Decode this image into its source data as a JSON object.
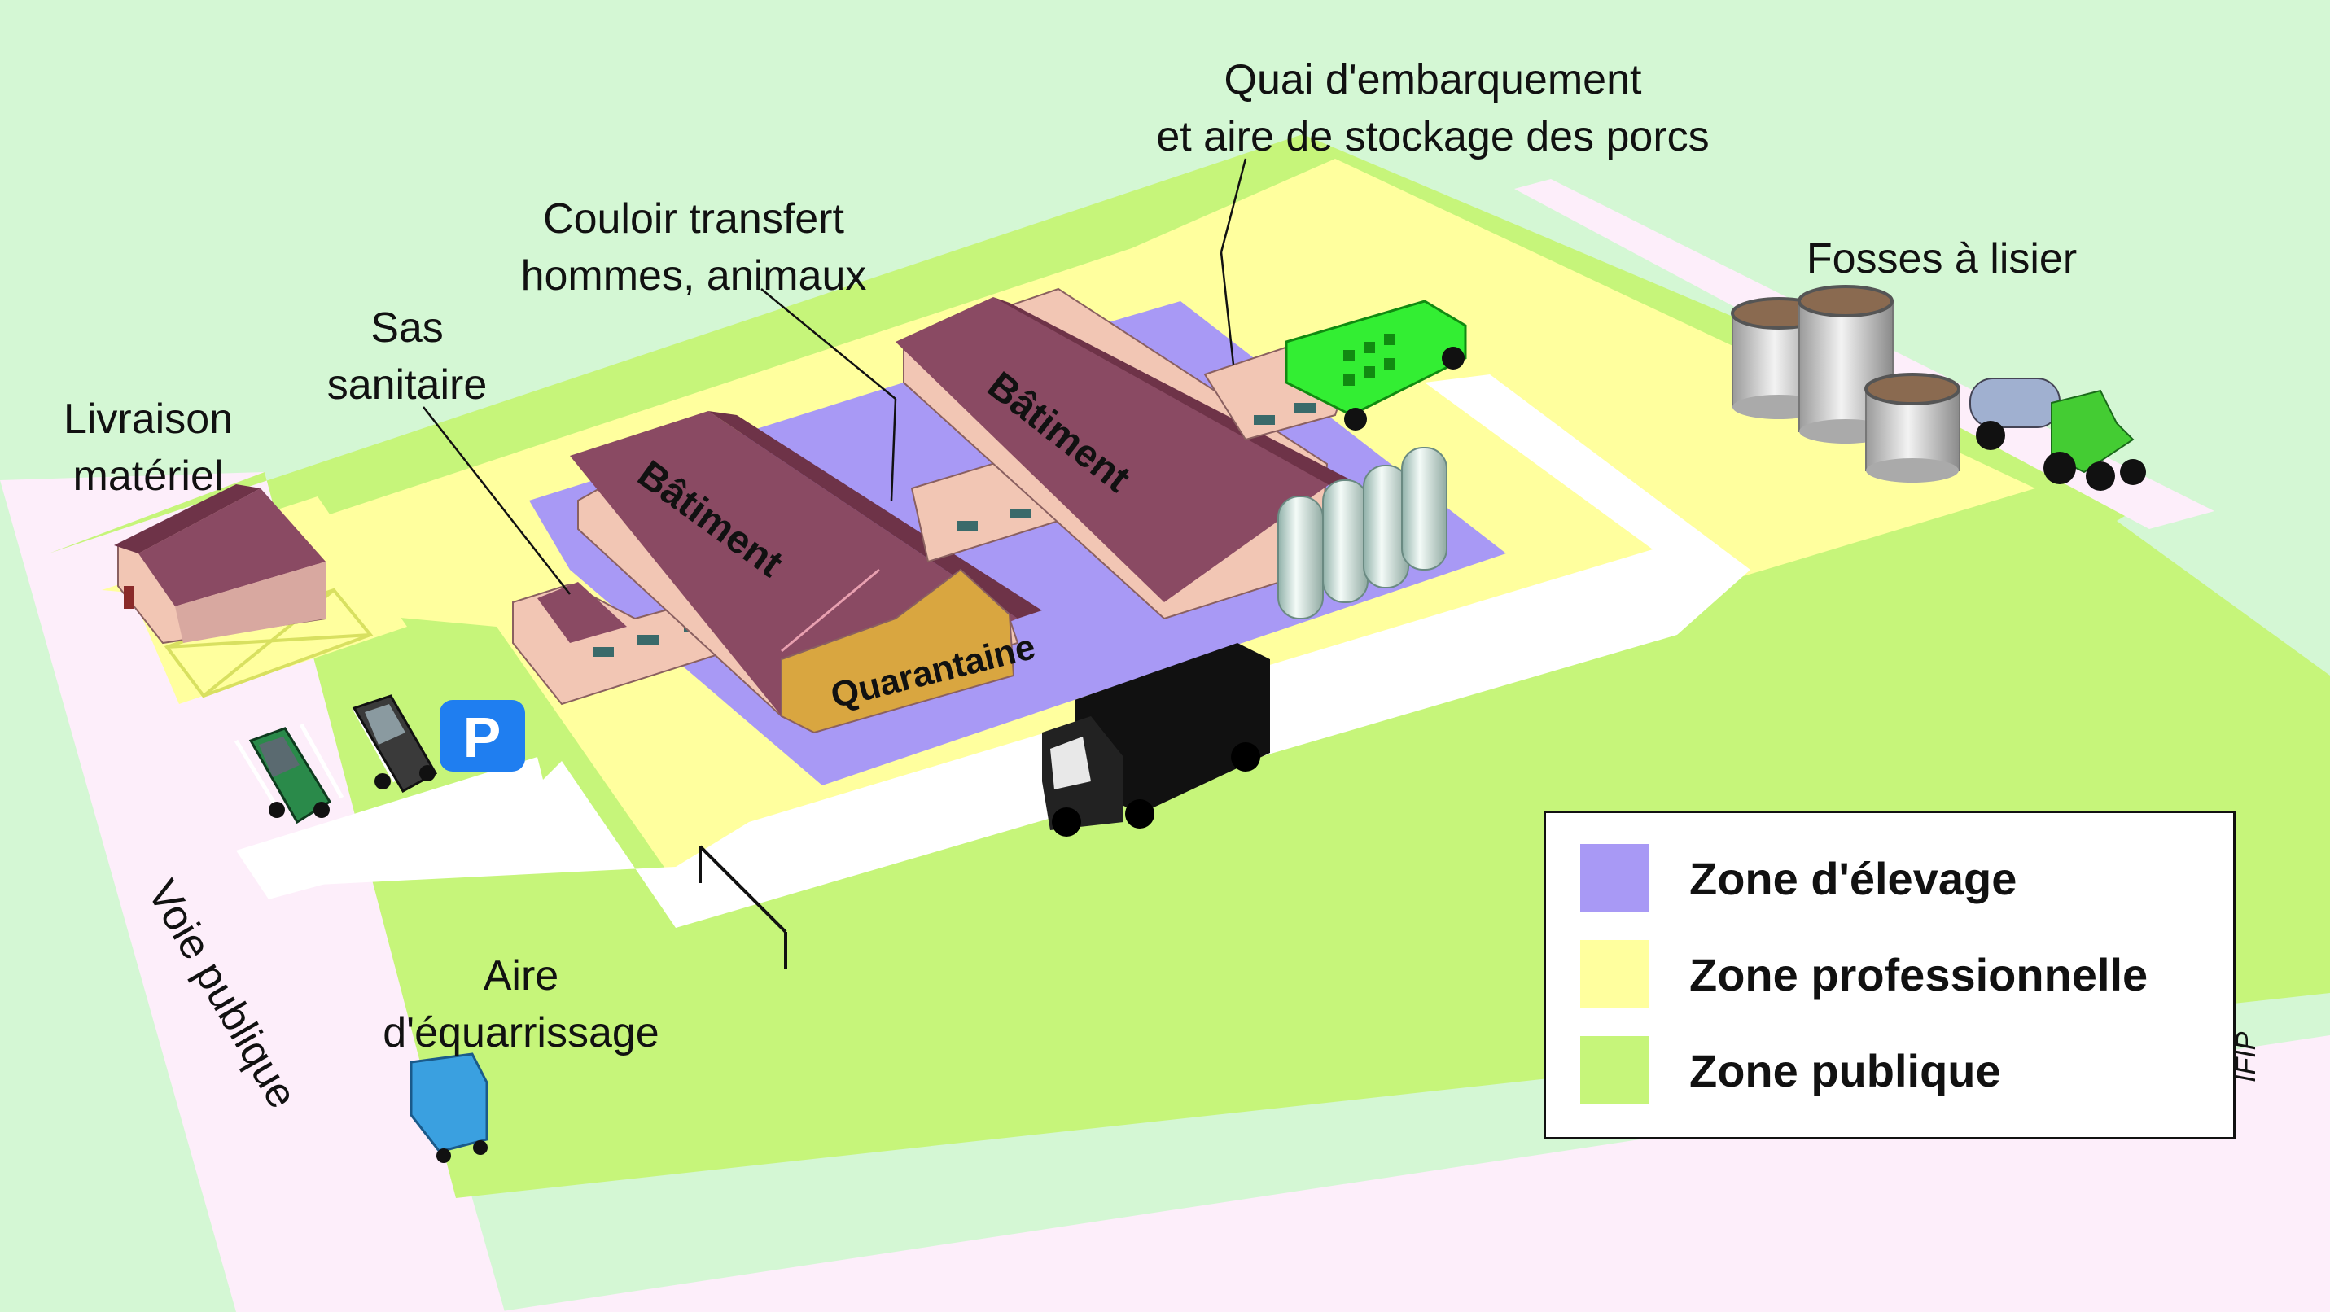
{
  "labels": {
    "quai_line1": "Quai d'embarquement",
    "quai_line2": "et aire de stockage des porcs",
    "couloir_line1": "Couloir transfert",
    "couloir_line2": "hommes, animaux",
    "sas_line1": "Sas",
    "sas_line2": "sanitaire",
    "livraison_line1": "Livraison",
    "livraison_line2": "matériel",
    "fosses": "Fosses à lisier",
    "aire_line1": "Aire",
    "aire_line2": "d'équarrissage",
    "voie": "Voie publique",
    "batiment_left": "Bâtiment",
    "batiment_right": "Bâtiment",
    "quarantaine": "Quarantaine",
    "parking": "P"
  },
  "legend": {
    "items": [
      {
        "label": "Zone d'élevage",
        "color": "#a899f5"
      },
      {
        "label": "Zone professionnelle",
        "color": "#ffff9e"
      },
      {
        "label": "Zone publique",
        "color": "#c6f57a"
      }
    ]
  },
  "credit": "IFIP",
  "colors": {
    "background": "#d4f7d4",
    "road": "#fdeefa",
    "path": "#ffffff",
    "roof": "#8a4a63",
    "wall": "#f2c6b4",
    "quarantine": "#d9a640",
    "parking": "#1f7ef0",
    "truck_green": "#33ee33"
  }
}
